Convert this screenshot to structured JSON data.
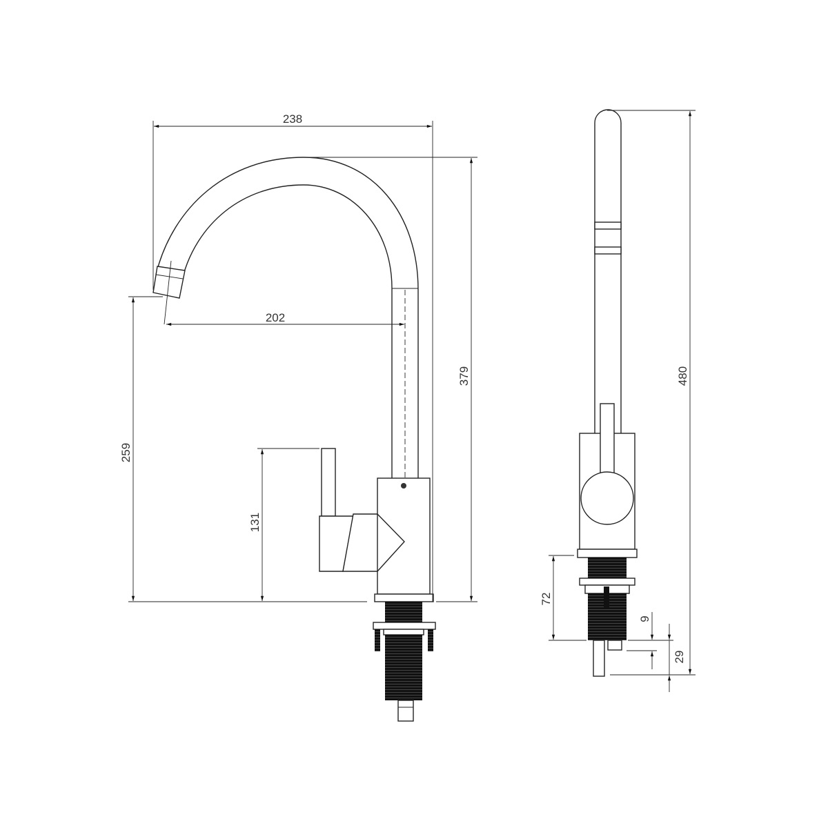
{
  "dimensions": {
    "overall_reach": "238",
    "spout_reach": "202",
    "spout_height": "259",
    "total_height_front": "379",
    "lever_height": "131",
    "total_height_side": "480",
    "thread_length": "72",
    "hose_offset_short": "9",
    "hose_offset_long": "29"
  },
  "colors": {
    "line": "#222222",
    "background": "#ffffff"
  }
}
